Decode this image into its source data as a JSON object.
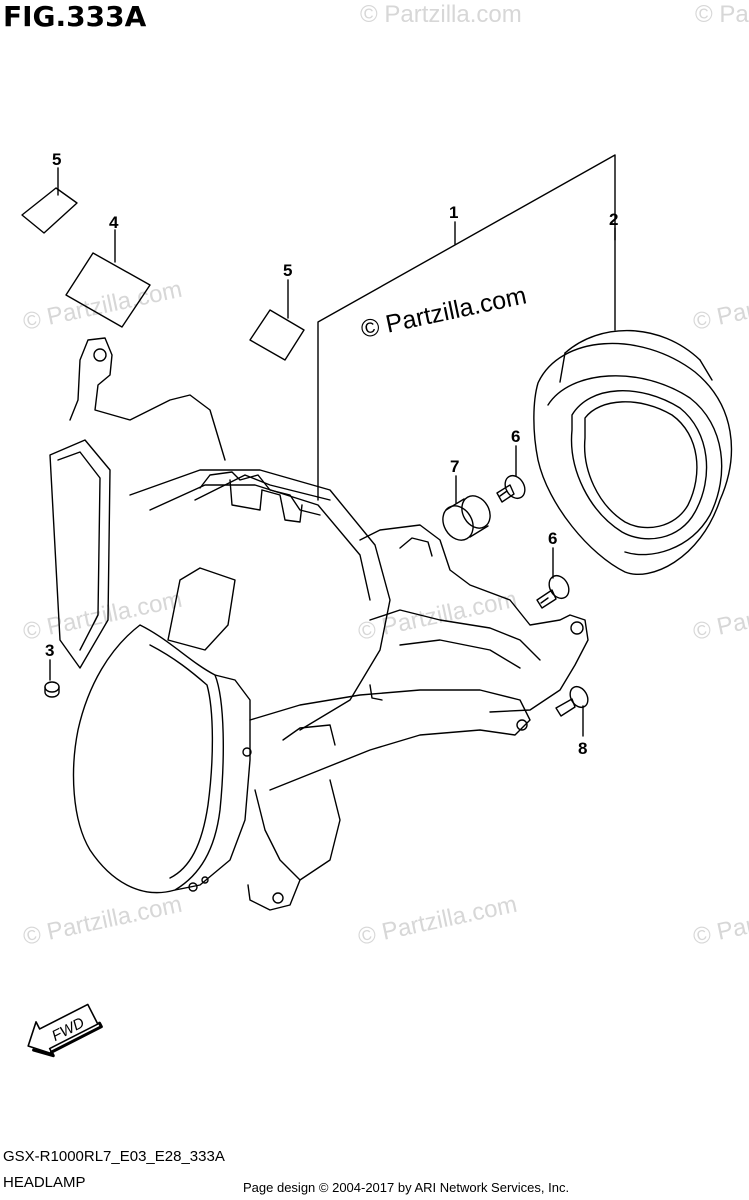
{
  "figure": {
    "title": "FIG.333A",
    "model_code": "GSX-R1000RL7_E03_E28_333A",
    "diagram_name": "HEADLAMP",
    "credit": "Page design © 2004-2017 by ARI Network Services, Inc.",
    "watermark": "© Partzilla.com"
  },
  "callouts": [
    {
      "id": "callout-1",
      "label": "1"
    },
    {
      "id": "callout-2",
      "label": "2"
    },
    {
      "id": "callout-3",
      "label": "3"
    },
    {
      "id": "callout-4",
      "label": "4"
    },
    {
      "id": "callout-5a",
      "label": "5"
    },
    {
      "id": "callout-5b",
      "label": "5"
    },
    {
      "id": "callout-6a",
      "label": "6"
    },
    {
      "id": "callout-6b",
      "label": "6"
    },
    {
      "id": "callout-7",
      "label": "7"
    },
    {
      "id": "callout-8",
      "label": "8"
    }
  ],
  "fwd_label": "FWD",
  "colors": {
    "line": "#000000",
    "watermark": "#d7d7d7"
  }
}
